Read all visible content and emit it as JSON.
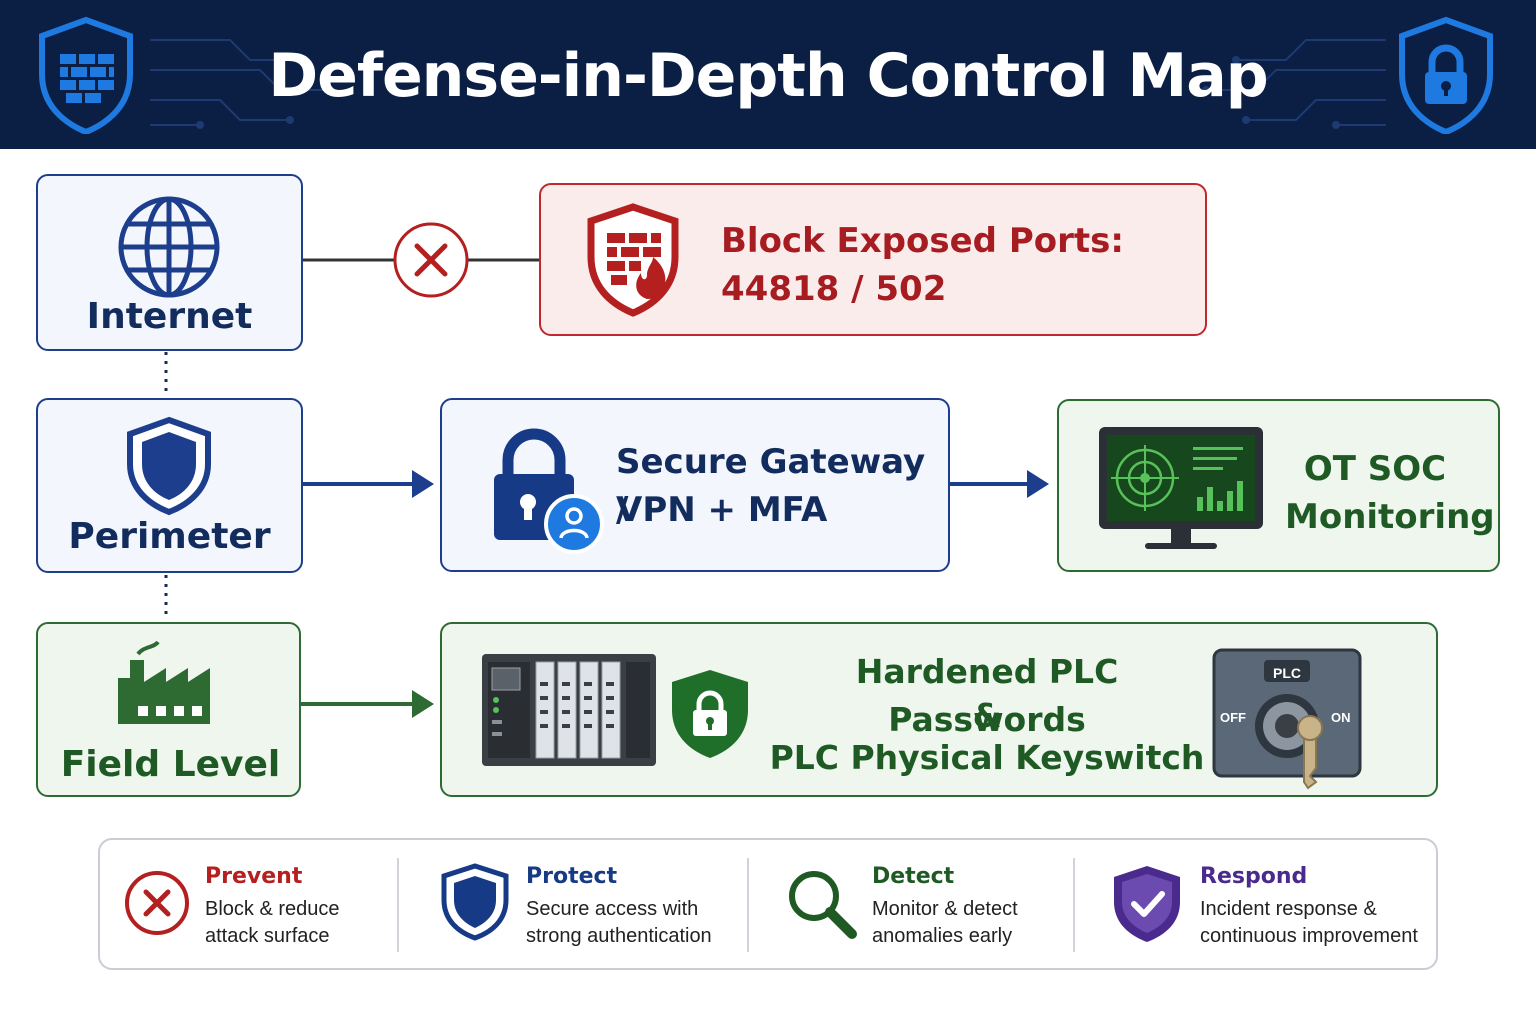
{
  "title": "Defense-in-Depth Control Map",
  "layers": {
    "internet": "Internet",
    "perimeter": "Perimeter",
    "field": "Field Level"
  },
  "controls": {
    "block_ports": {
      "line1": "Block Exposed Ports:",
      "line2": "44818 / 502"
    },
    "gateway": {
      "line1": "Secure Gateway /",
      "line2": "VPN + MFA"
    },
    "soc": {
      "line1": "OT SOC",
      "line2": "Monitoring"
    },
    "plc": {
      "line1": "Hardened PLC Passwords",
      "line2": "&",
      "line3": "PLC Physical Keyswitch"
    },
    "keyswitch": {
      "label": "PLC",
      "off": "OFF",
      "on": "ON"
    }
  },
  "legend": [
    {
      "title": "Prevent",
      "desc": "Block & reduce attack surface",
      "color": "#b3201f"
    },
    {
      "title": "Protect",
      "desc": "Secure access with strong authentication",
      "color": "#163a85"
    },
    {
      "title": "Detect",
      "desc": "Monitor & detect anomalies early",
      "color": "#1f5a25"
    },
    {
      "title": "Respond",
      "desc": "Incident response & continuous improvement",
      "color": "#4a2a8c"
    }
  ],
  "icons": [
    "firewall-shield-icon",
    "lock-shield-icon",
    "globe-icon",
    "blocked-icon",
    "firewall-fire-icon",
    "shield-icon",
    "lock-user-icon",
    "monitor-icon",
    "factory-icon",
    "plc-rack-icon",
    "green-lock-shield-icon",
    "keyswitch-icon",
    "search-icon",
    "check-shield-icon"
  ]
}
